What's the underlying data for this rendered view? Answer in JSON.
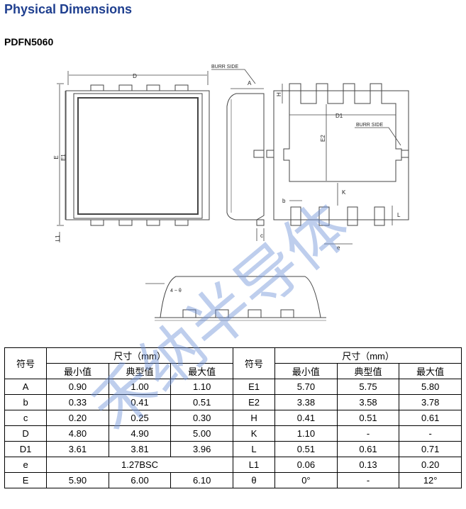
{
  "title": "Physical Dimensions",
  "package": "PDFN5060",
  "drawing_labels": {
    "D": "D",
    "E": "E",
    "E1": "E1",
    "L1": "L1",
    "burr_side_top": "BURR SIDE",
    "A": "A",
    "c": "c",
    "H": "H",
    "D1": "D1",
    "burr_side_right": "BURR SIDE",
    "E2": "E2",
    "b": "b",
    "K": "K",
    "L": "L",
    "e": "e",
    "theta": "4 ~ θ"
  },
  "watermark": "禾纳半导体",
  "table": {
    "symbol_header": "符号",
    "size_header": "尺寸（mm）",
    "min": "最小值",
    "typ": "典型值",
    "max": "最大值",
    "rows": [
      {
        "s1": "A",
        "min1": "0.90",
        "typ1": "1.00",
        "max1": "1.10",
        "s2": "E1",
        "min2": "5.70",
        "typ2": "5.75",
        "max2": "5.80"
      },
      {
        "s1": "b",
        "min1": "0.33",
        "typ1": "0.41",
        "max1": "0.51",
        "s2": "E2",
        "min2": "3.38",
        "typ2": "3.58",
        "max2": "3.78"
      },
      {
        "s1": "c",
        "min1": "0.20",
        "typ1": "0.25",
        "max1": "0.30",
        "s2": "H",
        "min2": "0.41",
        "typ2": "0.51",
        "max2": "0.61"
      },
      {
        "s1": "D",
        "min1": "4.80",
        "typ1": "4.90",
        "max1": "5.00",
        "s2": "K",
        "min2": "1.10",
        "typ2": "-",
        "max2": "-"
      },
      {
        "s1": "D1",
        "min1": "3.61",
        "typ1": "3.81",
        "max1": "3.96",
        "s2": "L",
        "min2": "0.51",
        "typ2": "0.61",
        "max2": "0.71"
      },
      {
        "s1": "e",
        "bsc": "1.27BSC",
        "s2": "L1",
        "min2": "0.06",
        "typ2": "0.13",
        "max2": "0.20"
      },
      {
        "s1": "E",
        "min1": "5.90",
        "typ1": "6.00",
        "max1": "6.10",
        "s2": "θ",
        "min2": "0°",
        "typ2": "-",
        "max2": "12°"
      }
    ]
  },
  "colors": {
    "title": "#1f3f8f",
    "drawing": "#444444",
    "watermark": "#6f93d8"
  }
}
